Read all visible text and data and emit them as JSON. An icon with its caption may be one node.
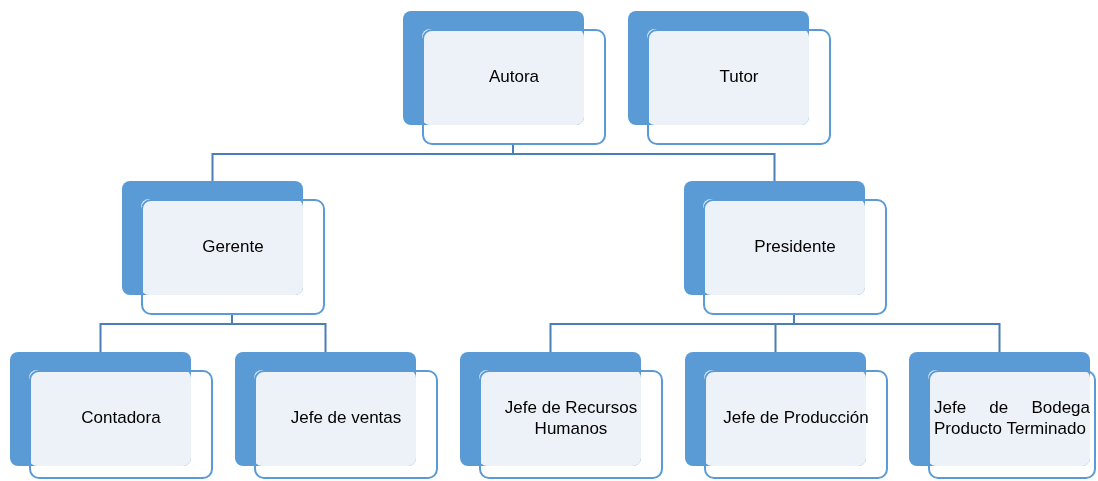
{
  "diagram": {
    "nodes": [
      {
        "text": [
          "Autora"
        ]
      },
      {
        "text": [
          "Tutor"
        ]
      },
      {
        "text": [
          "Gerente"
        ]
      },
      {
        "text": [
          "Presidente"
        ]
      },
      {
        "text": [
          "Contadora"
        ]
      },
      {
        "text": [
          "Jefe de ventas"
        ]
      },
      {
        "text": [
          "Jefe de Recursos Humanos"
        ]
      },
      {
        "text": [
          "Jefe de Producción"
        ]
      },
      {
        "text": [
          "Jefe de Bodega Producto Terminado"
        ]
      }
    ],
    "edges": [
      {
        "from": 0,
        "to": 2,
        "arrow": "none"
      },
      {
        "from": 0,
        "to": 3,
        "arrow": "none"
      },
      {
        "from": 2,
        "to": 4,
        "arrow": "none"
      },
      {
        "from": 2,
        "to": 5,
        "arrow": "none"
      },
      {
        "from": 3,
        "to": 6,
        "arrow": "none"
      },
      {
        "from": 3,
        "to": 7,
        "arrow": "none"
      },
      {
        "from": 3,
        "to": 8,
        "arrow": "none"
      }
    ]
  }
}
